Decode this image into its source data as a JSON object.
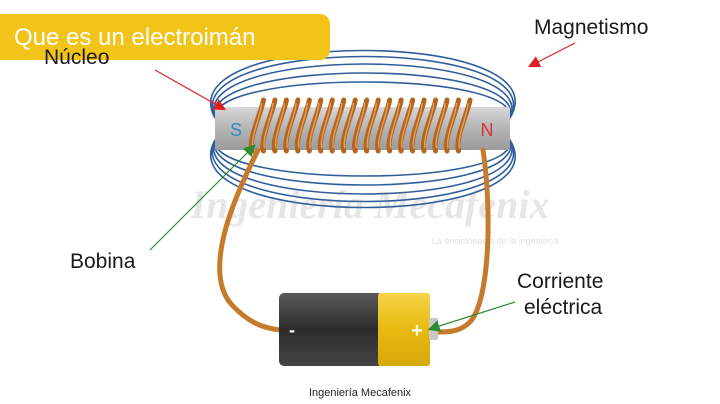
{
  "banner": {
    "title": "Que es un electroimán"
  },
  "labels": {
    "magnetism": "Magnetismo",
    "core": "Núcleo",
    "coil": "Bobina",
    "current_line1": "Corriente",
    "current_line2": "eléctrica"
  },
  "poles": {
    "south": "S",
    "north": "N"
  },
  "battery": {
    "negative": "-",
    "positive": "+"
  },
  "watermark": {
    "brand": "Ingeniería Mecafenix",
    "tagline": "La enciclopedia de la ingeniería"
  },
  "credit": "Ingeniería Mecafenix",
  "colors": {
    "field_lines": "#2e5f9c",
    "core": "#b9b9b9",
    "coil": "#b5651d",
    "wire": "#c57a2c",
    "south_pole": "#2f8bc9",
    "north_pole": "#e03030",
    "arrow_red": "#e02020",
    "arrow_green": "#2e8b2e",
    "banner": "#f2c318",
    "battery_body": "#3a3a3a",
    "battery_cap": "#f2c318"
  }
}
